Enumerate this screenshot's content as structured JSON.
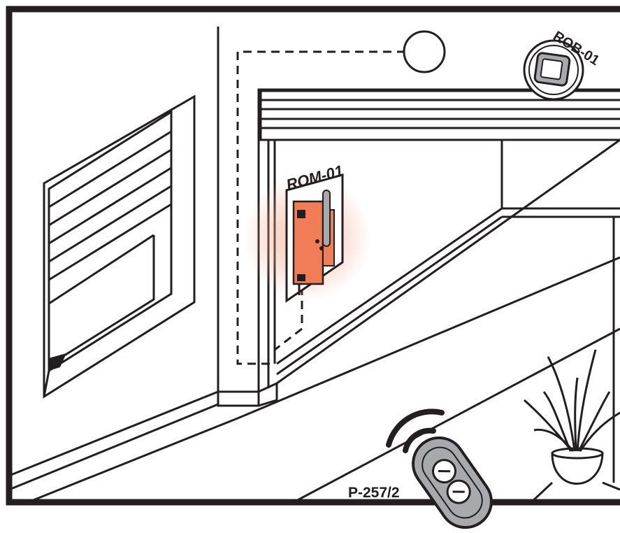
{
  "labels": {
    "receiver_module": "ROM-01",
    "blind_module": "ROB-01",
    "remote": "P-257/2"
  },
  "colors": {
    "line": "#231f20",
    "module_fill": "#f07d55",
    "glow": "#f4a78e",
    "remote_fill": "#a8a9ac",
    "background": "#ffffff"
  }
}
